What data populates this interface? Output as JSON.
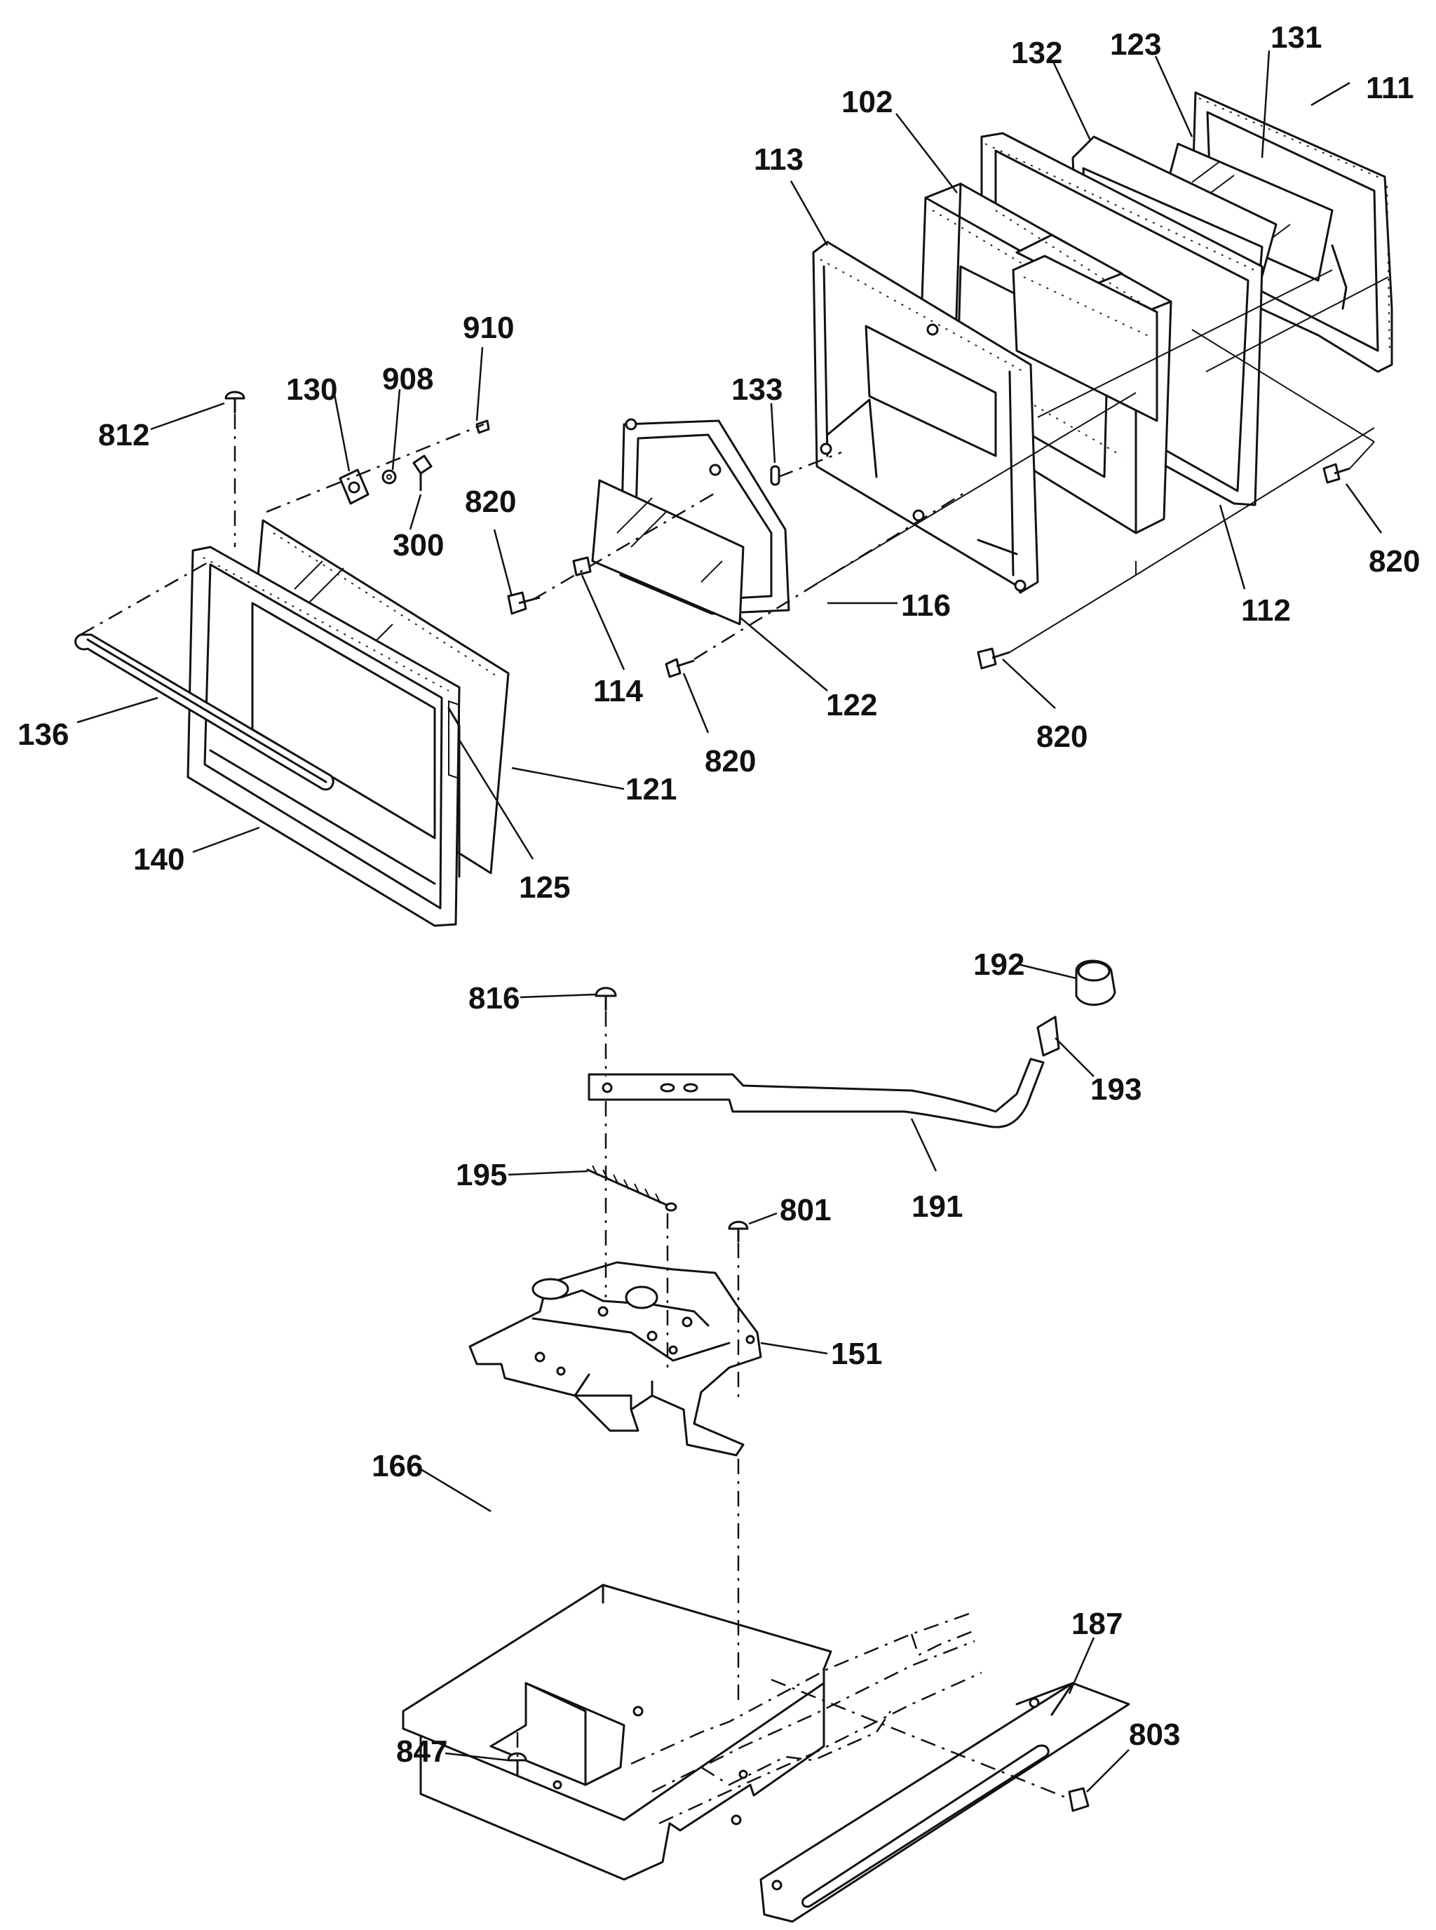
{
  "diagram": {
    "labels": {
      "p111": "111",
      "p131": "131",
      "p123": "123",
      "p132": "132",
      "p102": "102",
      "p113": "113",
      "p112": "112",
      "p820a": "820",
      "p910": "910",
      "p908": "908",
      "p812": "812",
      "p130": "130",
      "p300": "300",
      "p133": "133",
      "p820b": "820",
      "p116": "116",
      "p114": "114",
      "p122": "122",
      "p820c": "820",
      "p820d": "820",
      "p136": "136",
      "p121": "121",
      "p140": "140",
      "p125": "125",
      "p192": "192",
      "p816": "816",
      "p193": "193",
      "p191": "191",
      "p195": "195",
      "p801": "801",
      "p151": "151",
      "p166": "166",
      "p187": "187",
      "p847": "847",
      "p803": "803"
    }
  }
}
